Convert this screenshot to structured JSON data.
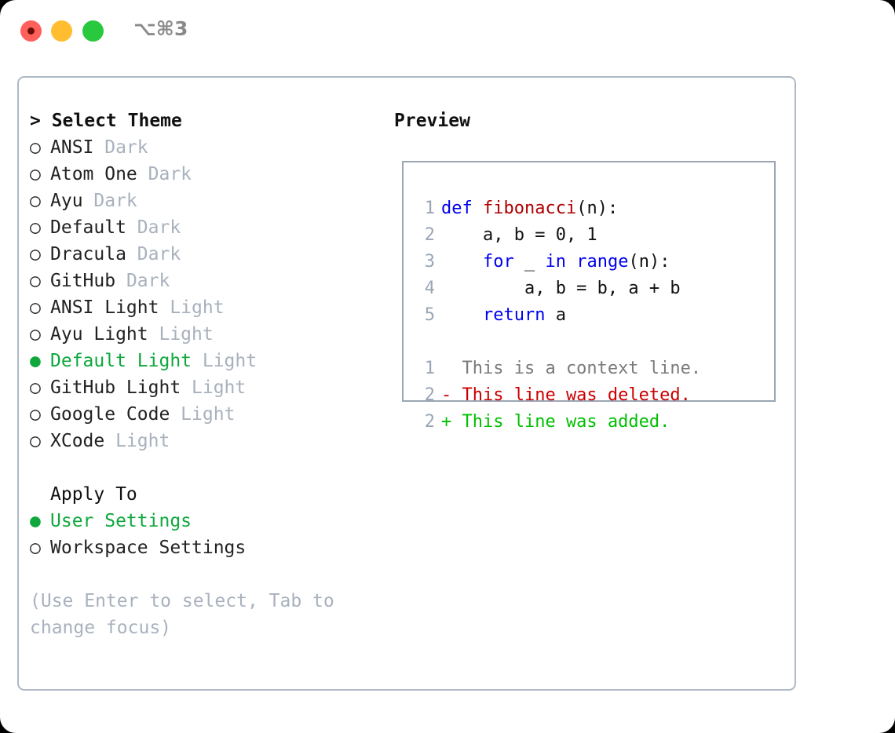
{
  "titlebar": {
    "shortcut": "⌥⌘3",
    "buttons": [
      "close",
      "minimize",
      "maximize"
    ]
  },
  "left": {
    "prompt": "> Select Theme",
    "marker_selected": "●",
    "marker_unselected": "○",
    "themes": [
      {
        "name": "ANSI",
        "tag": "Dark",
        "selected": false
      },
      {
        "name": "Atom One",
        "tag": "Dark",
        "selected": false
      },
      {
        "name": "Ayu",
        "tag": "Dark",
        "selected": false
      },
      {
        "name": "Default",
        "tag": "Dark",
        "selected": false
      },
      {
        "name": "Dracula",
        "tag": "Dark",
        "selected": false
      },
      {
        "name": "GitHub",
        "tag": "Dark",
        "selected": false
      },
      {
        "name": "ANSI Light",
        "tag": "Light",
        "selected": false
      },
      {
        "name": "Ayu Light",
        "tag": "Light",
        "selected": false
      },
      {
        "name": "Default Light",
        "tag": "Light",
        "selected": true
      },
      {
        "name": "GitHub Light",
        "tag": "Light",
        "selected": false
      },
      {
        "name": "Google Code",
        "tag": "Light",
        "selected": false
      },
      {
        "name": "XCode",
        "tag": "Light",
        "selected": false
      }
    ],
    "apply_to": {
      "label": "Apply To",
      "options": [
        {
          "name": "User Settings",
          "selected": true
        },
        {
          "name": "Workspace Settings",
          "selected": false
        }
      ]
    },
    "hint": "(Use Enter to select, Tab to change focus)"
  },
  "right": {
    "title": "Preview",
    "code_lines": [
      {
        "num": "1",
        "tokens": [
          {
            "t": "def ",
            "c": "kw"
          },
          {
            "t": "fibonacci",
            "c": "fn"
          },
          {
            "t": "(n):",
            "c": "txt"
          }
        ]
      },
      {
        "num": "2",
        "tokens": [
          {
            "t": "    a, b = 0, 1",
            "c": "txt"
          }
        ]
      },
      {
        "num": "3",
        "tokens": [
          {
            "t": "    ",
            "c": "txt"
          },
          {
            "t": "for",
            "c": "kw"
          },
          {
            "t": " _ ",
            "c": "txt"
          },
          {
            "t": "in",
            "c": "kw"
          },
          {
            "t": " ",
            "c": "txt"
          },
          {
            "t": "range",
            "c": "kw"
          },
          {
            "t": "(n):",
            "c": "txt"
          }
        ]
      },
      {
        "num": "4",
        "tokens": [
          {
            "t": "        a, b = b, a + b",
            "c": "txt"
          }
        ]
      },
      {
        "num": "5",
        "tokens": [
          {
            "t": "    ",
            "c": "txt"
          },
          {
            "t": "return",
            "c": "kw"
          },
          {
            "t": " a",
            "c": "txt"
          }
        ]
      }
    ],
    "diff_lines": [
      {
        "num": "1",
        "tokens": [
          {
            "t": "  This is a context line.",
            "c": "ctx"
          }
        ]
      },
      {
        "num": "2",
        "tokens": [
          {
            "t": "- This line was deleted.",
            "c": "del"
          }
        ]
      },
      {
        "num": "2",
        "tokens": [
          {
            "t": "+ This line was added.",
            "c": "add"
          }
        ]
      }
    ]
  },
  "colors": {
    "accent_green": "#0ea83c",
    "muted": "#a8b1bd",
    "keyword": "#0000ee",
    "function": "#b00000",
    "diff_deleted": "#cc0000",
    "diff_added": "#00c000",
    "border": "#aeb8c6"
  }
}
